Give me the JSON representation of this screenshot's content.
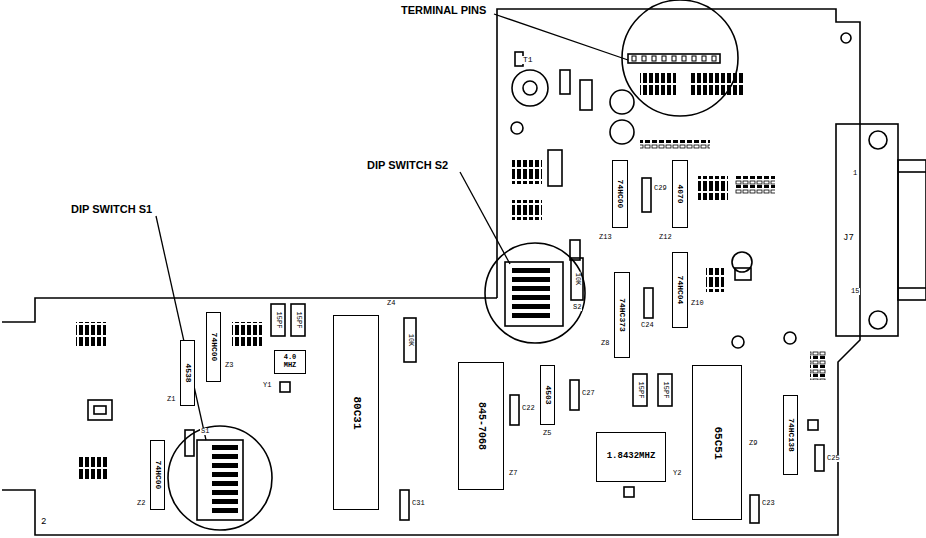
{
  "diagram": {
    "nodes": [
      {
        "text": [
          "74HC00"
        ]
      },
      {
        "text": [
          "4070"
        ]
      },
      {
        "text": [
          "74HC373"
        ]
      },
      {
        "text": [
          "74HC04"
        ]
      },
      {
        "text": [
          "4538"
        ]
      },
      {
        "text": [
          "74HC00"
        ]
      },
      {
        "text": [
          "4.0 MHZ"
        ]
      },
      {
        "text": [
          "80C31"
        ]
      },
      {
        "text": [
          "845-7068"
        ]
      },
      {
        "text": [
          "4503"
        ]
      },
      {
        "text": [
          "74HC00"
        ]
      },
      {
        "text": [
          "1.8432MHZ"
        ]
      },
      {
        "text": [
          "65C51"
        ]
      },
      {
        "text": [
          "74HC138"
        ]
      }
    ],
    "labels": [
      "TERMINAL PINS",
      "DIP SWITCH S2",
      "DIP SWITCH S1",
      "J7",
      "T1",
      "Z13",
      "Z12",
      "Z8",
      "Z10",
      "Z1",
      "Z3",
      "Z2",
      "Z4",
      "Z7",
      "Z5",
      "Z9",
      "S1",
      "S2",
      "Y1",
      "Y2",
      "C29",
      "C24",
      "C22",
      "C27",
      "C31",
      "C23",
      "C25",
      "15PF",
      "15PF",
      "15PF",
      "15PF",
      "10K",
      "10K",
      "1",
      "15",
      "2"
    ]
  }
}
